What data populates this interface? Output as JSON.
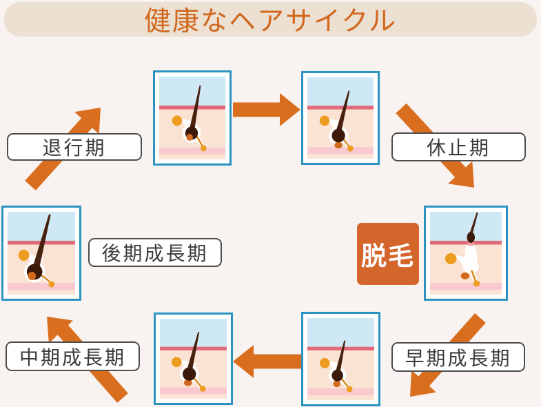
{
  "title": "健康なヘアサイクル",
  "stages": {
    "regression": {
      "label": "退行期"
    },
    "resting": {
      "label": "休止期"
    },
    "shedding": {
      "label": "脱毛"
    },
    "early_growth": {
      "label": "早期成長期"
    },
    "mid_growth": {
      "label": "中期成長期"
    },
    "late_growth": {
      "label": "後期成長期"
    }
  },
  "colors": {
    "page_bg": "#f8f3f0",
    "header_bg": "#ebe0d2",
    "title_text": "#d2671e",
    "arrow_orange": "#d96e1f",
    "shedding_badge_bg": "#d4652b",
    "label_border": "#4d4d4d",
    "label_text": "#3b3b3b",
    "box_border_blue": "#2a93c0",
    "illustration": {
      "sky": "#cfe8f5",
      "skin_line": "#e0697a",
      "dermis": "#fae3d3",
      "deep_band": "#f8c9ce",
      "hair": "#47200e",
      "bulb": "#3c1a0a",
      "gland_orange": "#ec9c1e",
      "papilla_orange": "#d2691e"
    }
  }
}
